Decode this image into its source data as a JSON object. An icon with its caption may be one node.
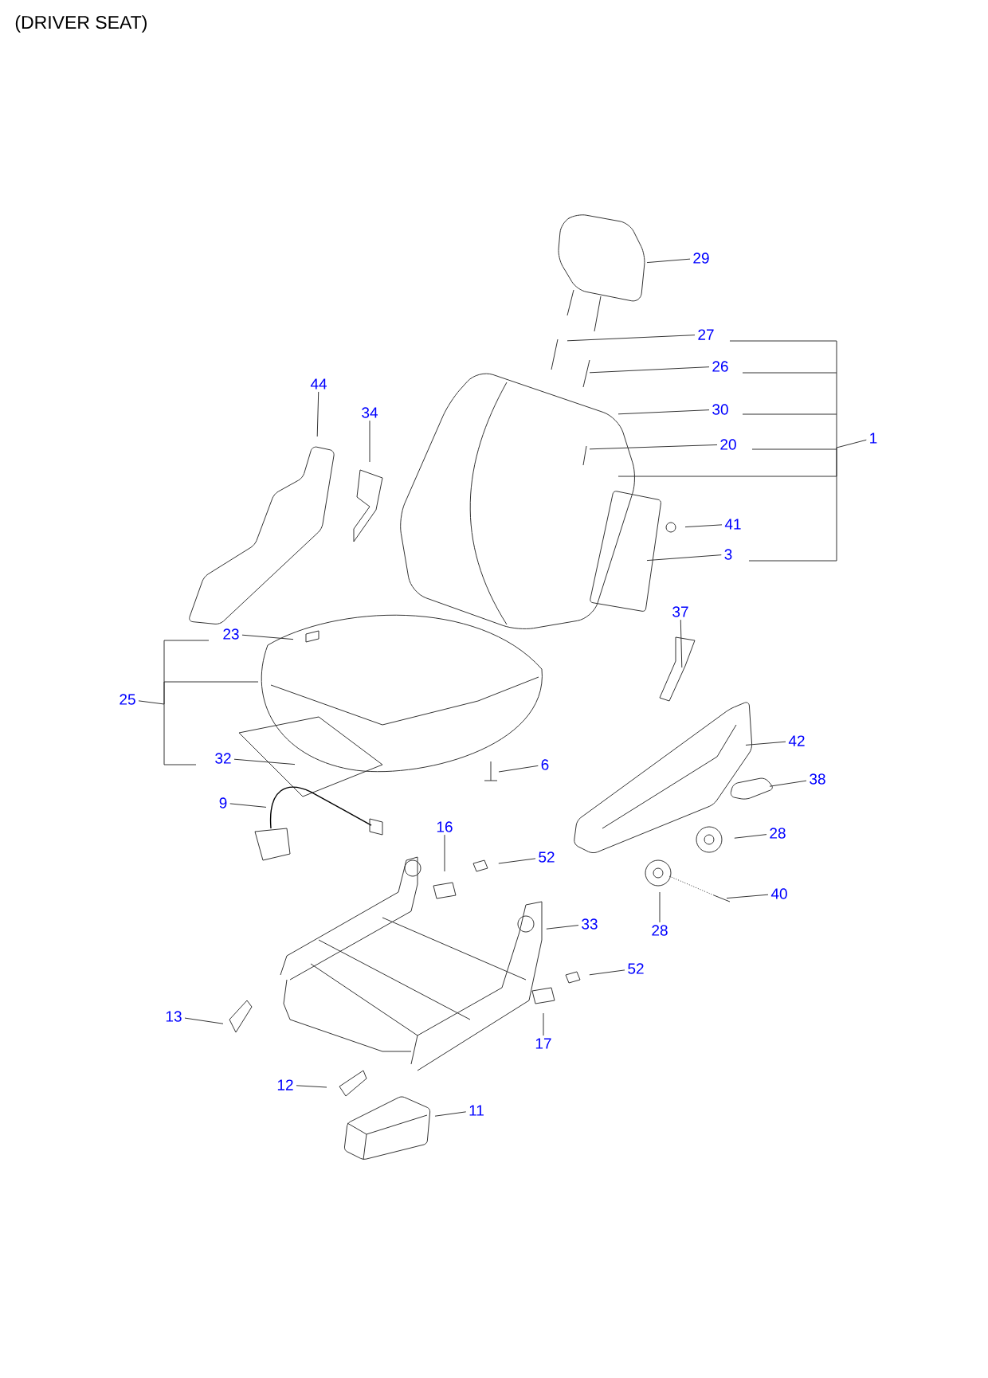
{
  "diagram": {
    "title": "(DRIVER SEAT)",
    "nodes": [
      {
        "text": [
          "29"
        ]
      },
      {
        "text": [
          "27"
        ]
      },
      {
        "text": [
          "26"
        ]
      },
      {
        "text": [
          "30"
        ]
      },
      {
        "text": [
          "20"
        ]
      },
      {
        "text": [
          "44"
        ]
      },
      {
        "text": [
          "34"
        ]
      },
      {
        "text": [
          "41"
        ]
      },
      {
        "text": [
          "3"
        ]
      },
      {
        "text": [
          "23"
        ]
      },
      {
        "text": [
          "37"
        ]
      },
      {
        "text": [
          "42"
        ]
      },
      {
        "text": [
          "32"
        ]
      },
      {
        "text": [
          "6"
        ]
      },
      {
        "text": [
          "38"
        ]
      },
      {
        "text": [
          "9"
        ]
      },
      {
        "text": [
          "16"
        ]
      },
      {
        "text": [
          "52"
        ]
      },
      {
        "text": [
          "28"
        ]
      },
      {
        "text": [
          "40"
        ]
      },
      {
        "text": [
          "33"
        ]
      },
      {
        "text": [
          "28"
        ]
      },
      {
        "text": [
          "52"
        ]
      },
      {
        "text": [
          "13"
        ]
      },
      {
        "text": [
          "17"
        ]
      },
      {
        "text": [
          "12"
        ]
      },
      {
        "text": [
          "11"
        ]
      },
      {
        "text": [
          "1"
        ]
      },
      {
        "text": [
          "25"
        ]
      }
    ],
    "edges": [
      {
        "from": 0,
        "to": null,
        "arrow": "none"
      },
      {
        "from": 1,
        "to": null,
        "arrow": "none"
      },
      {
        "from": 2,
        "to": null,
        "arrow": "none"
      },
      {
        "from": 3,
        "to": null,
        "arrow": "none"
      },
      {
        "from": 4,
        "to": null,
        "arrow": "none"
      },
      {
        "from": 5,
        "to": null,
        "arrow": "none"
      },
      {
        "from": 6,
        "to": null,
        "arrow": "none"
      },
      {
        "from": 7,
        "to": null,
        "arrow": "none"
      },
      {
        "from": 8,
        "to": null,
        "arrow": "none"
      },
      {
        "from": 9,
        "to": null,
        "arrow": "none"
      },
      {
        "from": 10,
        "to": null,
        "arrow": "none"
      },
      {
        "from": 11,
        "to": null,
        "arrow": "none"
      },
      {
        "from": 12,
        "to": null,
        "arrow": "none"
      },
      {
        "from": 13,
        "to": null,
        "arrow": "none"
      },
      {
        "from": 14,
        "to": null,
        "arrow": "none"
      },
      {
        "from": 15,
        "to": null,
        "arrow": "none"
      },
      {
        "from": 16,
        "to": null,
        "arrow": "none"
      },
      {
        "from": 17,
        "to": null,
        "arrow": "none"
      },
      {
        "from": 18,
        "to": null,
        "arrow": "none"
      },
      {
        "from": 19,
        "to": null,
        "arrow": "none"
      },
      {
        "from": 20,
        "to": null,
        "arrow": "none"
      },
      {
        "from": 21,
        "to": null,
        "arrow": "none"
      },
      {
        "from": 22,
        "to": null,
        "arrow": "none"
      },
      {
        "from": 23,
        "to": null,
        "arrow": "none"
      },
      {
        "from": 24,
        "to": null,
        "arrow": "none"
      },
      {
        "from": 25,
        "to": null,
        "arrow": "none"
      },
      {
        "from": 26,
        "to": null,
        "arrow": "none"
      },
      {
        "from": 27,
        "to": null,
        "arrow": "none"
      },
      {
        "from": 28,
        "to": null,
        "arrow": "none"
      }
    ]
  }
}
